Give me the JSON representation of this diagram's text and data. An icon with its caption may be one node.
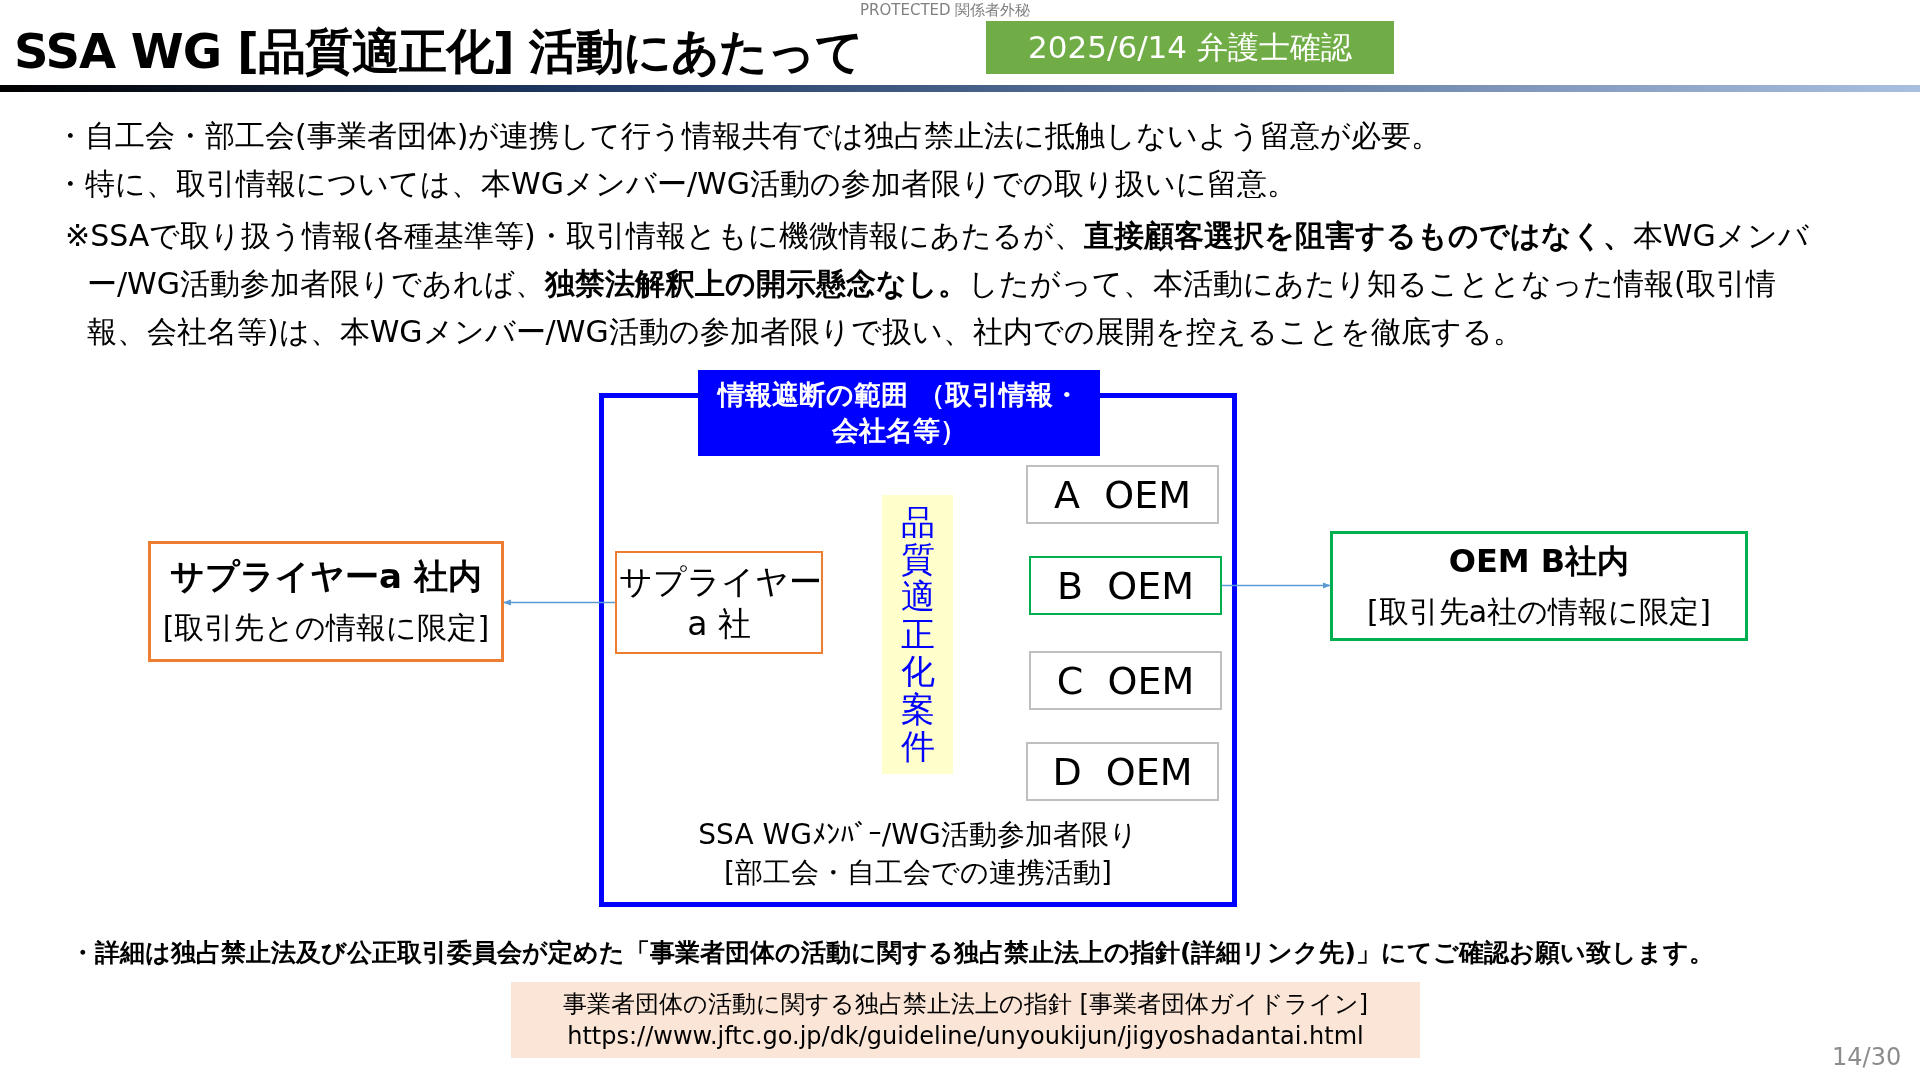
{
  "diagram": {
    "title": "SSA WG [品質適正化] 活動にあたって",
    "nodes": [
      {
        "text": [
          "2025/6/14 弁護士確認"
        ]
      },
      {
        "text": [
          "SSA WGﾒﾝﾊﾞｰ/WG活動参加者限り [部工会・自工会での連携活動]"
        ]
      },
      {
        "text": [
          "情報遮断の範囲 （取引情報・会社名等）"
        ]
      },
      {
        "text": [
          "サプライヤーa 社内",
          "[取引先との情報に限定]"
        ]
      },
      {
        "text": [
          "サプライヤー a 社"
        ],
        "in": 1
      },
      {
        "text": [
          "品質適正化案件"
        ],
        "in": 1
      },
      {
        "text": [
          "A OEM"
        ],
        "in": 1
      },
      {
        "text": [
          "B OEM"
        ],
        "in": 1
      },
      {
        "text": [
          "C OEM"
        ],
        "in": 1
      },
      {
        "text": [
          "D OEM"
        ],
        "in": 1
      },
      {
        "text": [
          "OEM B社内",
          "[取引先a社の情報に限定]"
        ]
      },
      {
        "text": [
          "事業者団体の活動に関する独占禁止法上の指針 [事業者団体ガイドライン]",
          "https://www.jftc.go.jp/dk/guideline/unyoukijun/jigyoshadantai.html"
        ]
      }
    ],
    "edges": [
      {
        "from": 4,
        "to": 3,
        "arrow": "to"
      },
      {
        "from": 7,
        "to": 10,
        "arrow": "to"
      }
    ],
    "labels": [
      "PROTECTED 関係者外秘",
      "・自工会・部工会(事業者団体)が連携して行う情報共有では独占禁止法に抵触しないよう留意が必要。",
      "・特に、取引情報については、本WGメンバー/WG活動の参加者限りでの取り扱いに留意。",
      "※SSAで取り扱う情報(各種基準等)・取引情報ともに機微情報にあたるが、**直接顧客選択を阻害するものではなく、**本WGメンバー/WG活動参加者限りであれば、**独禁法解釈上の開示懸念なし。**したがって、本活動にあたり知ることとなった情報(取引情報、会社名等)は、本WGメンバー/WG活動の参加者限りで扱い、社内での展開を控えることを徹底する。",
      "・詳細は独占禁止法及び公正取引委員会が定めた「事業者団体の活動に関する独占禁止法上の指針(詳細リンク先)」にてご確認お願い致します。",
      "14/30"
    ]
  }
}
